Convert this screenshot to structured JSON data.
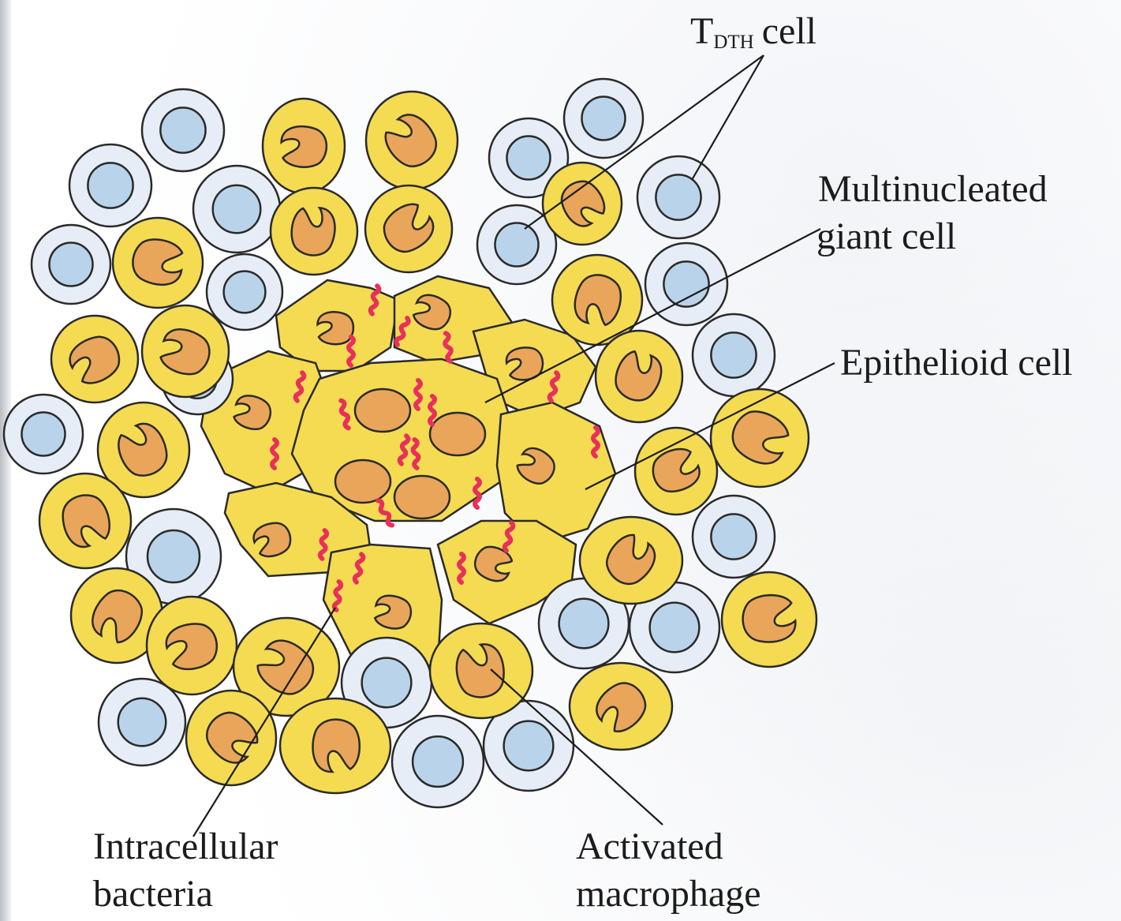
{
  "labels": {
    "tdth_main": "T",
    "tdth_sub": "DTH",
    "tdth_suffix": "cell",
    "multinucleated_line1": "Multinucleated",
    "multinucleated_line2": "giant cell",
    "epithelioid": "Epithelioid cell",
    "intracellular_line1": "Intracellular",
    "intracellular_line2": "bacteria",
    "activated_line1": "Activated",
    "activated_line2": "macrophage"
  },
  "colors": {
    "macrophage_fill": "#f4db52",
    "macrophage_nucleus": "#e9a55a",
    "t_cell_outer": "#e7edf6",
    "t_cell_nucleus": "#b9d3ea",
    "bacteria": "#e8305a",
    "outline": "#2a2a2a"
  },
  "icons": {
    "t_cell": "lymphocyte-icon",
    "macrophage": "macrophage-icon",
    "bacterium": "bacterium-icon"
  }
}
